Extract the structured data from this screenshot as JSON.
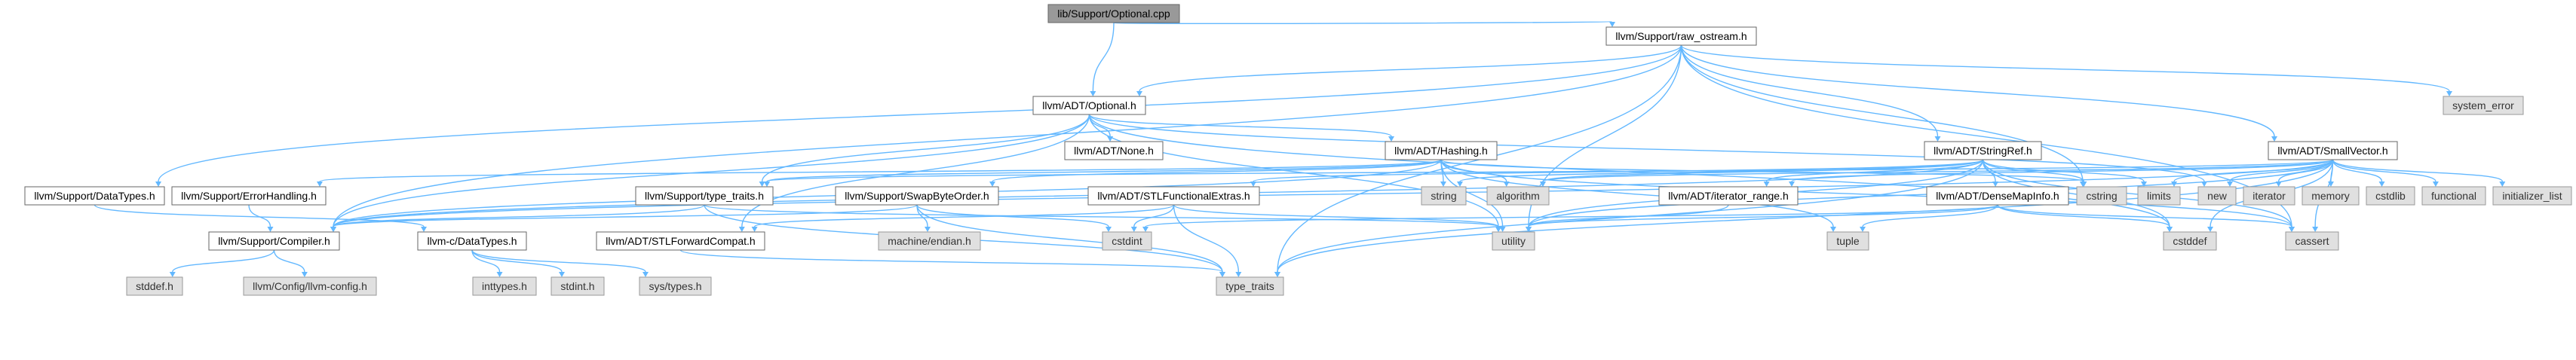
{
  "graph": {
    "colors": {
      "edge": "#63b8ff",
      "root_fill": "#999999",
      "file_fill": "#ffffff",
      "system_fill": "#e0e0e0",
      "border": "#666666"
    },
    "nodes": [
      {
        "id": "n0",
        "label": "lib/Support/Optional.cpp",
        "kind": "root"
      },
      {
        "id": "n1",
        "label": "llvm/Support/raw_ostream.h",
        "kind": "project"
      },
      {
        "id": "n2",
        "label": "llvm/ADT/Optional.h",
        "kind": "project"
      },
      {
        "id": "n3",
        "label": "system_error",
        "kind": "system"
      },
      {
        "id": "n4",
        "label": "llvm/ADT/None.h",
        "kind": "project"
      },
      {
        "id": "n5",
        "label": "llvm/ADT/Hashing.h",
        "kind": "project"
      },
      {
        "id": "n6",
        "label": "llvm/ADT/StringRef.h",
        "kind": "project"
      },
      {
        "id": "n7",
        "label": "llvm/ADT/SmallVector.h",
        "kind": "project"
      },
      {
        "id": "n8",
        "label": "llvm/Support/DataTypes.h",
        "kind": "project"
      },
      {
        "id": "n9",
        "label": "llvm/Support/ErrorHandling.h",
        "kind": "project"
      },
      {
        "id": "n10",
        "label": "llvm/Support/type_traits.h",
        "kind": "project"
      },
      {
        "id": "n11",
        "label": "llvm/Support/SwapByteOrder.h",
        "kind": "project"
      },
      {
        "id": "n12",
        "label": "llvm/ADT/STLFunctionalExtras.h",
        "kind": "project"
      },
      {
        "id": "n13",
        "label": "llvm/ADT/iterator_range.h",
        "kind": "project"
      },
      {
        "id": "n14",
        "label": "llvm/ADT/DenseMapInfo.h",
        "kind": "project"
      },
      {
        "id": "n15",
        "label": "string",
        "kind": "system"
      },
      {
        "id": "n16",
        "label": "algorithm",
        "kind": "system"
      },
      {
        "id": "n17",
        "label": "cstring",
        "kind": "system"
      },
      {
        "id": "n18",
        "label": "limits",
        "kind": "system"
      },
      {
        "id": "n19",
        "label": "new",
        "kind": "system"
      },
      {
        "id": "n20",
        "label": "iterator",
        "kind": "system"
      },
      {
        "id": "n21",
        "label": "memory",
        "kind": "system"
      },
      {
        "id": "n22",
        "label": "cstdlib",
        "kind": "system"
      },
      {
        "id": "n23",
        "label": "functional",
        "kind": "system"
      },
      {
        "id": "n24",
        "label": "initializer_list",
        "kind": "system"
      },
      {
        "id": "n25",
        "label": "llvm/Support/Compiler.h",
        "kind": "project"
      },
      {
        "id": "n26",
        "label": "llvm-c/DataTypes.h",
        "kind": "project"
      },
      {
        "id": "n27",
        "label": "llvm/ADT/STLForwardCompat.h",
        "kind": "project"
      },
      {
        "id": "n28",
        "label": "machine/endian.h",
        "kind": "system"
      },
      {
        "id": "n29",
        "label": "cstdint",
        "kind": "system"
      },
      {
        "id": "n30",
        "label": "utility",
        "kind": "system"
      },
      {
        "id": "n31",
        "label": "tuple",
        "kind": "system"
      },
      {
        "id": "n32",
        "label": "cstddef",
        "kind": "system"
      },
      {
        "id": "n33",
        "label": "cassert",
        "kind": "system"
      },
      {
        "id": "n34",
        "label": "stddef.h",
        "kind": "system"
      },
      {
        "id": "n35",
        "label": "llvm/Config/llvm-config.h",
        "kind": "system"
      },
      {
        "id": "n36",
        "label": "inttypes.h",
        "kind": "system"
      },
      {
        "id": "n37",
        "label": "stdint.h",
        "kind": "system"
      },
      {
        "id": "n38",
        "label": "sys/types.h",
        "kind": "system"
      },
      {
        "id": "n39",
        "label": "type_traits",
        "kind": "system"
      }
    ],
    "edges": [
      [
        "n0",
        "n1"
      ],
      [
        "n0",
        "n2"
      ],
      [
        "n1",
        "n2"
      ],
      [
        "n1",
        "n3"
      ],
      [
        "n1",
        "n6"
      ],
      [
        "n1",
        "n7"
      ],
      [
        "n1",
        "n8"
      ],
      [
        "n1",
        "n17"
      ],
      [
        "n1",
        "n33"
      ],
      [
        "n1",
        "n39"
      ],
      [
        "n1",
        "n25"
      ],
      [
        "n1",
        "n30"
      ],
      [
        "n2",
        "n4"
      ],
      [
        "n2",
        "n5"
      ],
      [
        "n2",
        "n10"
      ],
      [
        "n2",
        "n25"
      ],
      [
        "n2",
        "n27"
      ],
      [
        "n2",
        "n19"
      ],
      [
        "n2",
        "n32"
      ],
      [
        "n2",
        "n30"
      ],
      [
        "n5",
        "n9"
      ],
      [
        "n5",
        "n10"
      ],
      [
        "n5",
        "n11"
      ],
      [
        "n5",
        "n16"
      ],
      [
        "n5",
        "n15"
      ],
      [
        "n5",
        "n17"
      ],
      [
        "n5",
        "n31"
      ],
      [
        "n5",
        "n30"
      ],
      [
        "n5",
        "n25"
      ],
      [
        "n5",
        "n33"
      ],
      [
        "n6",
        "n12"
      ],
      [
        "n6",
        "n13"
      ],
      [
        "n6",
        "n14"
      ],
      [
        "n6",
        "n15"
      ],
      [
        "n6",
        "n16"
      ],
      [
        "n6",
        "n17"
      ],
      [
        "n6",
        "n18"
      ],
      [
        "n6",
        "n32"
      ],
      [
        "n6",
        "n30"
      ],
      [
        "n6",
        "n39"
      ],
      [
        "n6",
        "n25"
      ],
      [
        "n6",
        "n33"
      ],
      [
        "n7",
        "n10"
      ],
      [
        "n7",
        "n13"
      ],
      [
        "n7",
        "n16"
      ],
      [
        "n7",
        "n18"
      ],
      [
        "n7",
        "n19"
      ],
      [
        "n7",
        "n20"
      ],
      [
        "n7",
        "n21"
      ],
      [
        "n7",
        "n22"
      ],
      [
        "n7",
        "n23"
      ],
      [
        "n7",
        "n24"
      ],
      [
        "n7",
        "n33"
      ],
      [
        "n7",
        "n32"
      ],
      [
        "n7",
        "n30"
      ],
      [
        "n7",
        "n39"
      ],
      [
        "n7",
        "n25"
      ],
      [
        "n8",
        "n26"
      ],
      [
        "n9",
        "n25"
      ],
      [
        "n10",
        "n25"
      ],
      [
        "n10",
        "n39"
      ],
      [
        "n10",
        "n30"
      ],
      [
        "n11",
        "n28"
      ],
      [
        "n11",
        "n29"
      ],
      [
        "n11",
        "n39"
      ],
      [
        "n11",
        "n25"
      ],
      [
        "n12",
        "n27"
      ],
      [
        "n12",
        "n29"
      ],
      [
        "n12",
        "n39"
      ],
      [
        "n12",
        "n30"
      ],
      [
        "n13",
        "n30"
      ],
      [
        "n14",
        "n29"
      ],
      [
        "n14",
        "n30"
      ],
      [
        "n14",
        "n31"
      ],
      [
        "n14",
        "n32"
      ],
      [
        "n14",
        "n33"
      ],
      [
        "n25",
        "n34"
      ],
      [
        "n25",
        "n35"
      ],
      [
        "n26",
        "n36"
      ],
      [
        "n26",
        "n37"
      ],
      [
        "n26",
        "n38"
      ],
      [
        "n27",
        "n39"
      ]
    ]
  }
}
